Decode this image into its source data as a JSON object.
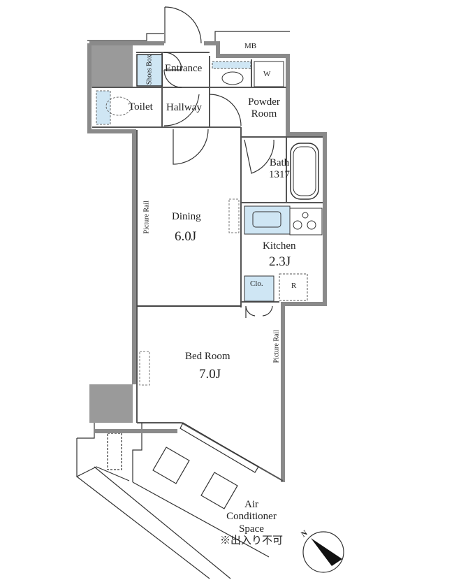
{
  "rooms": {
    "entrance": "Entrance",
    "shoes_box": "Shoes Box",
    "toilet": "Toilet",
    "hallway": "Hallway",
    "mb": "MB",
    "washer": "W",
    "powder_room_1": "Powder",
    "powder_room_2": "Room",
    "bath": "Bath",
    "bath_size": "1317",
    "dining": "Dining",
    "dining_size": "6.0J",
    "kitchen": "Kitchen",
    "kitchen_size": "2.3J",
    "closet": "Clo.",
    "refrigerator": "R",
    "bedroom": "Bed Room",
    "bedroom_size": "7.0J",
    "picture_rail": "Picture Rail",
    "ac_1": "Air",
    "ac_2": "Conditioner",
    "ac_3": "Space",
    "ac_note": "※出入り不可"
  },
  "compass": {
    "label": "N"
  },
  "colors": {
    "wall": "#8a8a8a",
    "fixture": "#cfe6f4",
    "line": "#333333"
  }
}
